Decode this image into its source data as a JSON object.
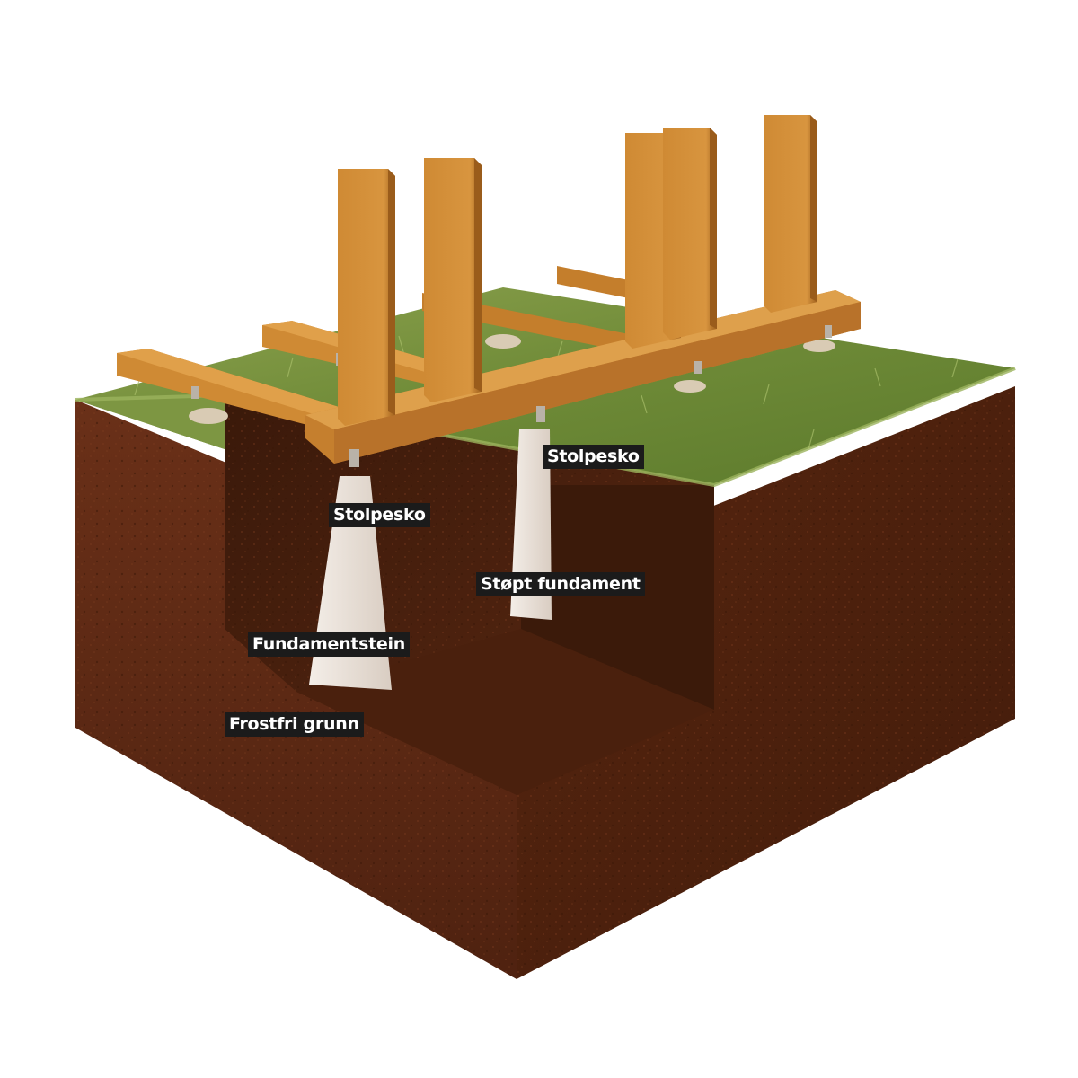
{
  "labels": {
    "post_shoe_right": "Stolpesko",
    "post_shoe_left": "Stolpesko",
    "cast_foundation": "Støpt fundament",
    "foundation_stone": "Fundamentstein",
    "frost_free_ground": "Frostfri grunn"
  },
  "colors": {
    "wood": "#c9852f",
    "wood_dark": "#a8661d",
    "wood_light": "#e0a04a",
    "soil_front": "#5e2a14",
    "soil_side": "#4e2210",
    "soil_inner": "#3e1b0c",
    "grass": "#6f8a3a",
    "concrete": "#e8dfd6",
    "label_bg": "#1b1b1b",
    "label_text": "#ffffff"
  }
}
